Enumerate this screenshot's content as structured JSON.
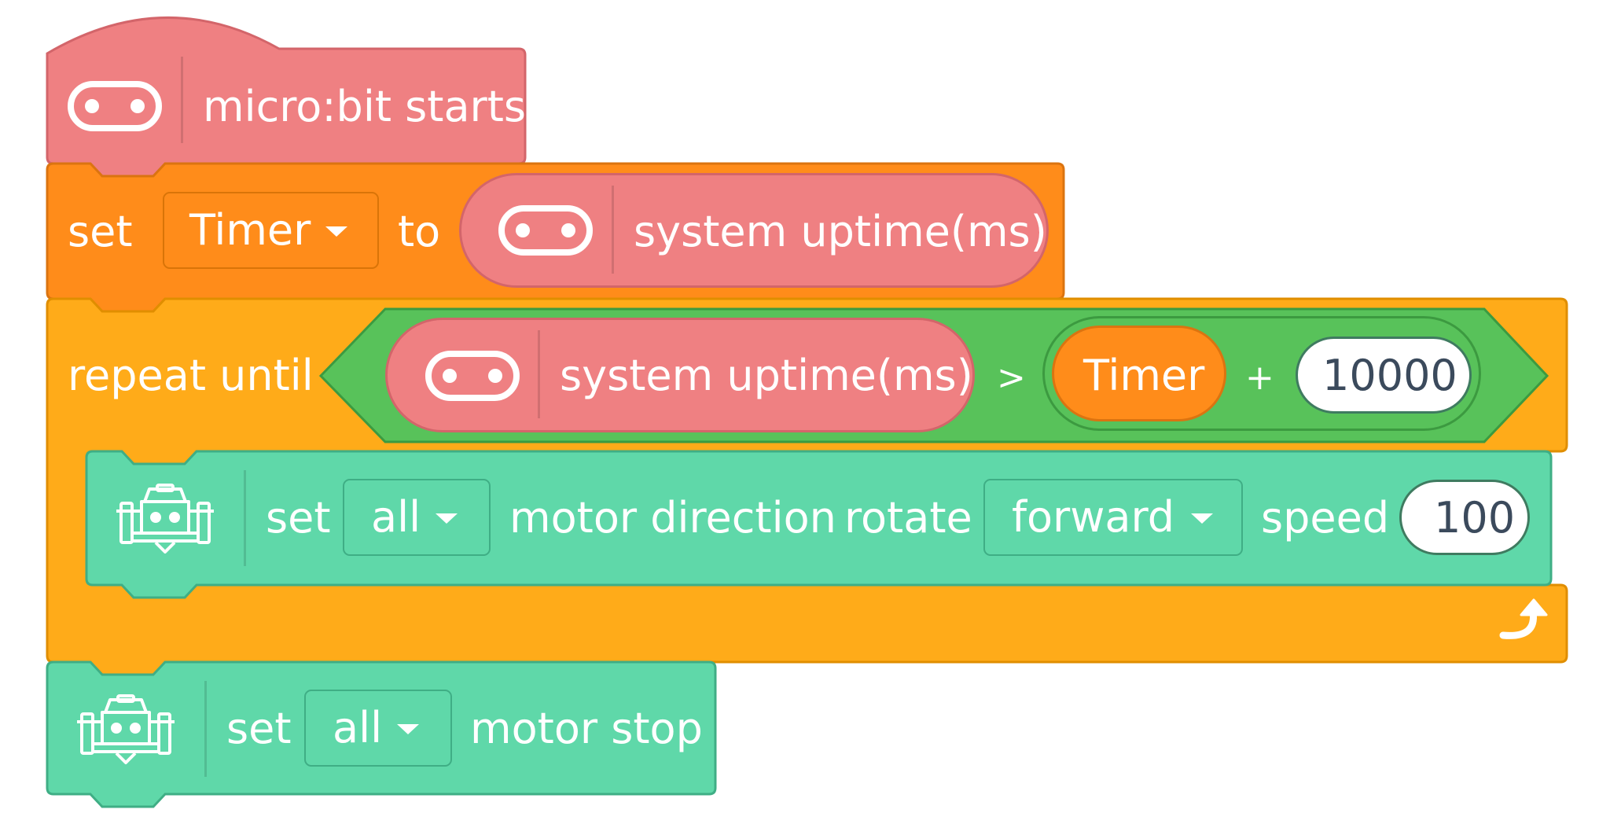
{
  "colors": {
    "microbit": "#ef8082",
    "variables": "#ff8c1a",
    "control": "#ffab19",
    "operators": "#59c059",
    "motor": "#5fd8a9",
    "number_text": "#3b4a5c"
  },
  "hat_block": {
    "icon": "microbit-icon",
    "label": "micro:bit starts"
  },
  "set_block": {
    "set_label": "set",
    "variable": "Timer",
    "to_label": "to",
    "reporter": {
      "icon": "microbit-icon",
      "label": "system uptime(ms)"
    }
  },
  "repeat_block": {
    "label": "repeat until",
    "condition": {
      "left": {
        "icon": "microbit-icon",
        "label": "system uptime(ms)"
      },
      "operator": ">",
      "right": {
        "variable": "Timer",
        "operator": "+",
        "number": "10000"
      }
    },
    "loop_icon": "loop-arrow-icon",
    "body": {
      "icon": "robot-car-icon",
      "set_label": "set",
      "motor_select": "all",
      "motor_direction_label": "motor direction",
      "rotate_label": "rotate",
      "direction_select": "forward",
      "speed_label": "speed",
      "speed_value": "100"
    }
  },
  "stop_block": {
    "icon": "robot-car-icon",
    "set_label": "set",
    "motor_select": "all",
    "label": "motor stop"
  }
}
